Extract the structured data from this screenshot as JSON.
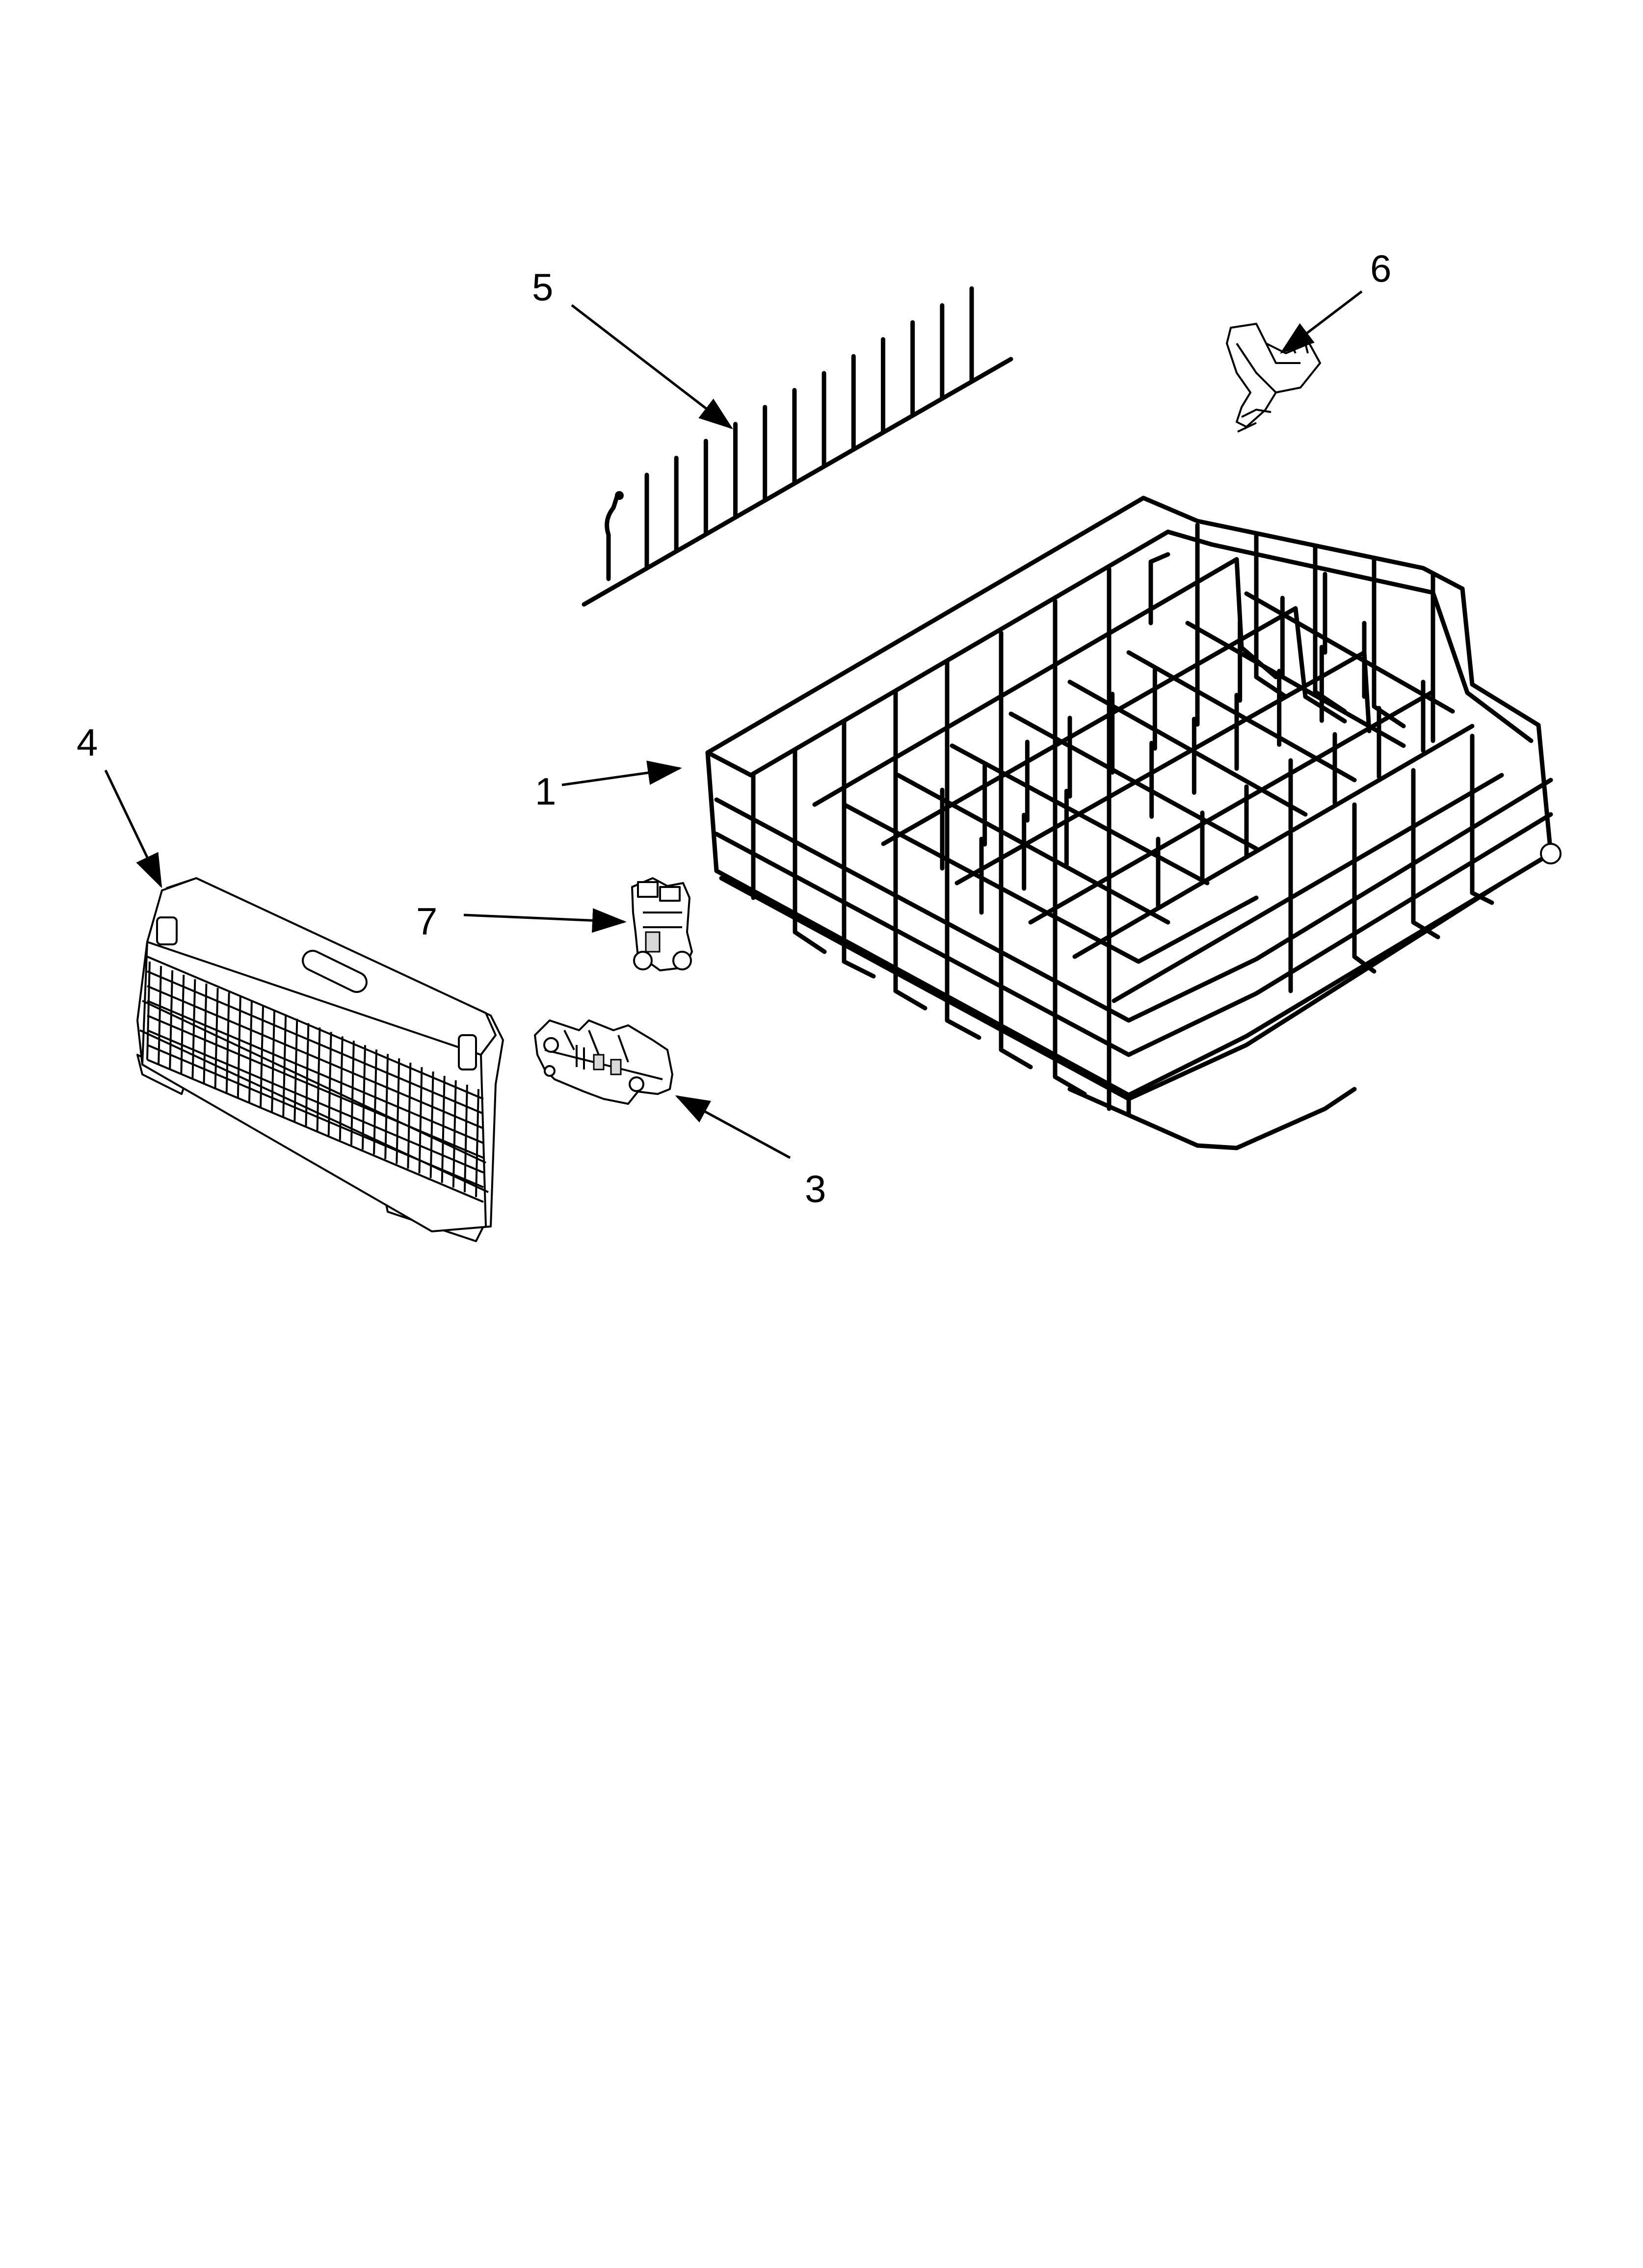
{
  "diagram": {
    "background": "#ffffff",
    "line_color": "#000000",
    "callouts": [
      {
        "id": "1",
        "label": "1"
      },
      {
        "id": "3",
        "label": "3"
      },
      {
        "id": "4",
        "label": "4"
      },
      {
        "id": "5",
        "label": "5"
      },
      {
        "id": "6",
        "label": "6"
      },
      {
        "id": "7",
        "label": "7"
      }
    ]
  }
}
